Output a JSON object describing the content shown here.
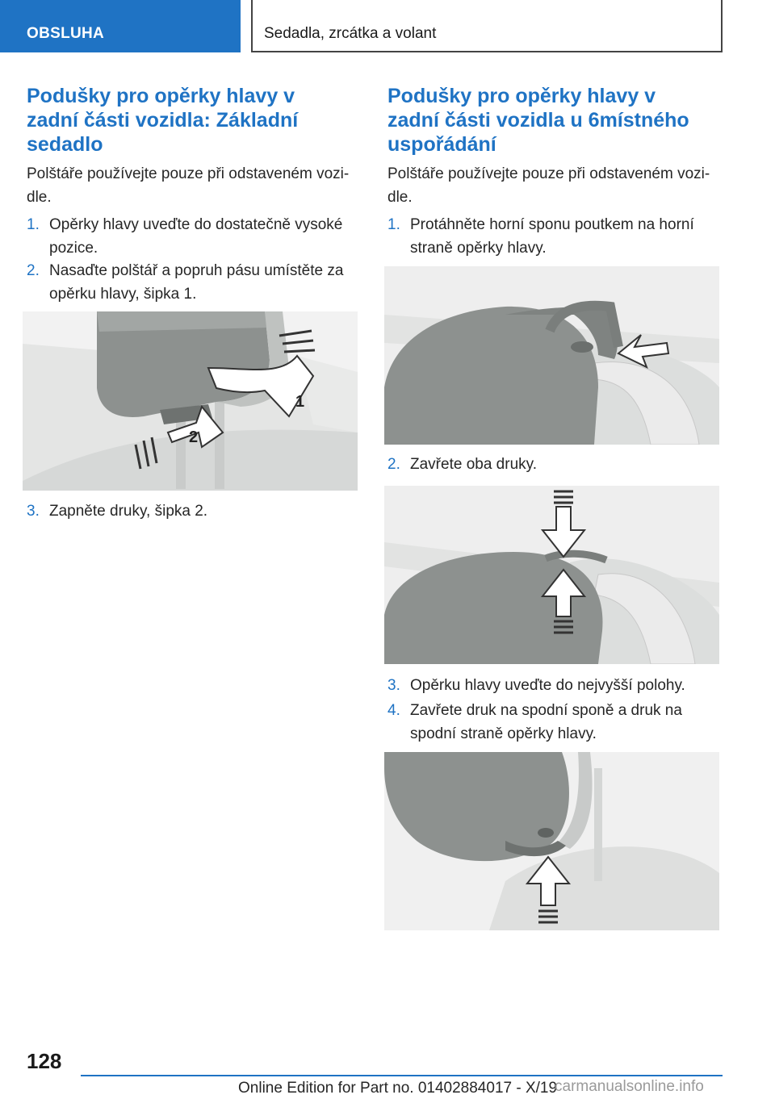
{
  "header": {
    "section_tab": "OBSLUHA",
    "chapter_title": "Sedadla, zrcátka a volant"
  },
  "left_column": {
    "heading_lines": [
      "Podušky pro opěrky hlavy v",
      "zadní části vozidla: Základní",
      "sedadlo"
    ],
    "intro_lines": [
      "Polštáře používejte pouze při odstaveném vozi‐",
      "dle."
    ],
    "steps": [
      {
        "number": "1.",
        "lines": [
          "Opěrky hlavy uveďte do dostatečně vysoké",
          "pozice."
        ]
      },
      {
        "number": "2.",
        "lines": [
          "Nasaďte polštář a popruh pásu umístěte za",
          "opěrku hlavy, šipka 1."
        ]
      },
      {
        "number": "3.",
        "lines": [
          "Zapněte druky, šipka 2."
        ]
      }
    ],
    "figure_arrow_labels": [
      "1",
      "2"
    ]
  },
  "right_column": {
    "heading_lines": [
      "Podušky pro opěrky hlavy v",
      "zadní části vozidla u 6místného",
      "uspořádání"
    ],
    "intro_lines": [
      "Polštáře používejte pouze při odstaveném vozi‐",
      "dle."
    ],
    "steps": [
      {
        "number": "1.",
        "lines": [
          "Protáhněte horní sponu poutkem na horní",
          "straně opěrky hlavy."
        ]
      },
      {
        "number": "2.",
        "lines": [
          "Zavřete oba druky."
        ]
      },
      {
        "number": "3.",
        "lines": [
          "Opěrku hlavy uveďte do nejvyšší polohy."
        ]
      },
      {
        "number": "4.",
        "lines": [
          "Zavřete druk na spodní sponě a druk na",
          "spodní straně opěrky hlavy."
        ]
      }
    ]
  },
  "footer": {
    "page_number": "128",
    "edition_text": "Online Edition for Part no. 01402884017 - X/19",
    "watermark": "carmanualsonline.info"
  },
  "colors": {
    "accent_blue": "#1f73c4",
    "text": "#262626",
    "figure_gray": "#8d918f"
  }
}
